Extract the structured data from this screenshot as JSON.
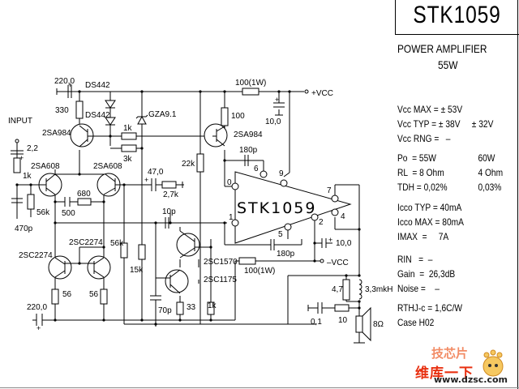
{
  "header": {
    "part_number": "STK1059",
    "subtitle": "POWER AMPLIFIER",
    "power": "55W"
  },
  "specs": [
    {
      "label": "Vcc MAX = ± 53V",
      "alt": ""
    },
    {
      "label": "Vcc TYP = ± 38V",
      "alt": "± 32V"
    },
    {
      "label": "Vcc RNG =   –",
      "alt": ""
    },
    {
      "label": "Po  = 55W",
      "alt": "60W"
    },
    {
      "label": "RL  = 8 Ohm",
      "alt": "4 Ohm"
    },
    {
      "label": "TDH = 0,02%",
      "alt": "0,03%"
    },
    {
      "label": "Icco TYP = 40mA",
      "alt": ""
    },
    {
      "label": "Icco MAX = 80mA",
      "alt": ""
    },
    {
      "label": "IMAX  =     7A",
      "alt": ""
    },
    {
      "label": "RIN   =  –",
      "alt": ""
    },
    {
      "label": "Gain  =  26,3dB",
      "alt": ""
    },
    {
      "label": "Noise =    –",
      "alt": ""
    },
    {
      "label": "RTHJ-c = 1,6C/W",
      "alt": ""
    },
    {
      "label": "Case H02",
      "alt": ""
    }
  ],
  "schematic": {
    "chip_label": "STK1059",
    "input_label": "INPUT",
    "vcc_pos": "+VCC",
    "vcc_neg": "–VCC",
    "components": {
      "c_220_top": "220,0",
      "r_330": "330",
      "d_ds442_a": "DS442",
      "d_ds442_b": "DS442",
      "zener": "GZA9.1",
      "r_1k_bias": "1k",
      "r_3k": "3k",
      "q_2sa984_left": "2SA984",
      "c_2_2": "2,2",
      "r_1k_in": "1k",
      "r_56k_in": "56k",
      "c_470p": "470p",
      "q_2sa608_a": "2SA608",
      "q_2sa608_b": "2SA608",
      "c_500": "500",
      "r_680": "680",
      "q_2sc2274_a": "2SC2274",
      "q_2sc2274_b": "2SC2274",
      "r_56_a": "56",
      "r_56_b": "56",
      "c_220_bot": "220,0",
      "c_47": "47,0",
      "r_2_7k": "2,7k",
      "r_22k": "22k",
      "c_10p": "10p",
      "r_56k_mid": "56k",
      "r_15k": "15k",
      "c_70p": "70p",
      "r_33": "33",
      "r_1k_low": "1k",
      "q_2sc1570": "2SC1570",
      "q_2sc1175": "2SC1175",
      "r_100_1w_top": "100(1W)",
      "r_100_1w_bot": "100(1W)",
      "c_10_top": "10,0",
      "r_100": "100",
      "q_2sa984_right": "2SA984",
      "c_180p_top": "180p",
      "c_180p_bot": "180p",
      "c_10_bot": "10,0",
      "r_4_7": "4,7",
      "l_3_3mkh": "3,3mkH",
      "c_0_1": "0,1",
      "r_10": "10",
      "speaker": "8Ω"
    },
    "pins": [
      "0",
      "6",
      "9",
      "7",
      "4",
      "2",
      "5",
      "1"
    ]
  },
  "watermark": {
    "cn_top": "技芯片",
    "cn_bottom": "维库一下",
    "url": "www.dzsc.com"
  }
}
